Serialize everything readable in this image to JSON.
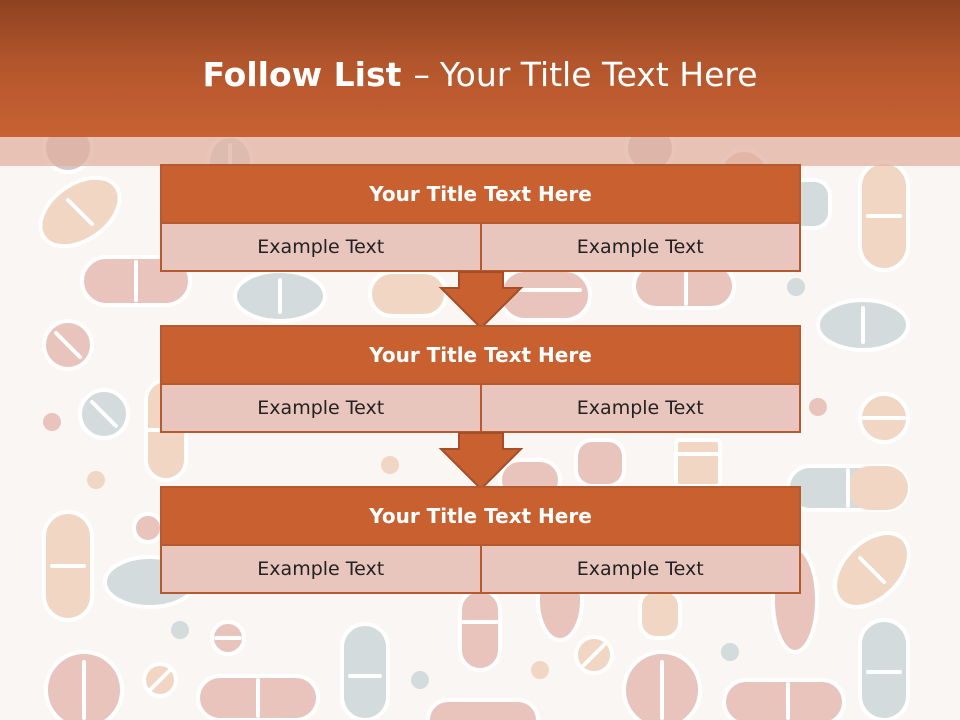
{
  "slide": {
    "title_strong": "Follow List",
    "title_dash": "–",
    "title_rest": "Your Title Text Here"
  },
  "steps": [
    {
      "title": "Your Title Text Here",
      "left": "Example Text",
      "right": "Example Text"
    },
    {
      "title": "Your Title Text Here",
      "left": "Example Text",
      "right": "Example Text"
    },
    {
      "title": "Your Title Text Here",
      "left": "Example Text",
      "right": "Example Text"
    }
  ],
  "colors": {
    "header_dark": "#8e4220",
    "header_light": "#c86232",
    "box_fill": "#c8602f",
    "cell_fill": "#e9c6bd",
    "border": "#b55a2f"
  }
}
